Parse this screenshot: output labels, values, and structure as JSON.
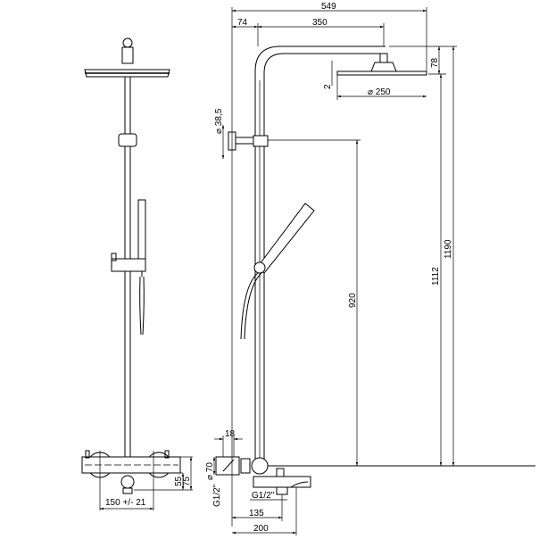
{
  "title": "Shower column technical drawing",
  "dimensions": {
    "total_width": "549",
    "wall_offset": "74",
    "arm_length": "350",
    "head_height": "78",
    "head_thickness": "2",
    "head_diameter": "⌀ 250",
    "riser_diameter": "⌀ 38,5",
    "slider_height": "920",
    "head_bottom_height": "1112",
    "total_height": "1190",
    "wall_plate_depth": "18",
    "wall_plate_diameter": "⌀ 70",
    "inlet_thread_vertical": "G1/2\"",
    "spout_thread": "G1/2\"",
    "spout_offset": "135",
    "spout_projection": "200",
    "mixer_height_1": "55",
    "mixer_height_2": "75",
    "inlet_spacing": "150 +/- 21"
  }
}
